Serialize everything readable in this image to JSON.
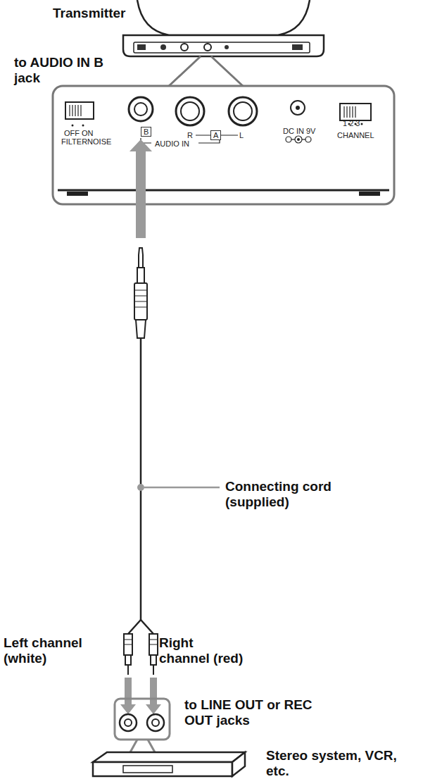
{
  "diagram": {
    "nodes": [
      {
        "text": [
          "OFF ON",
          "FILTERNOISE",
          "B",
          "R",
          "A",
          "L",
          "AUDIO IN",
          "DC IN 9V",
          "1 2 3",
          "CHANNEL"
        ]
      }
    ],
    "labels": [
      "Transmitter",
      "to AUDIO IN B jack",
      "Connecting cord (supplied)",
      "Left channel (white)",
      "Right channel (red)",
      "to LINE OUT or REC OUT jacks",
      "Stereo system, VCR, etc."
    ]
  }
}
